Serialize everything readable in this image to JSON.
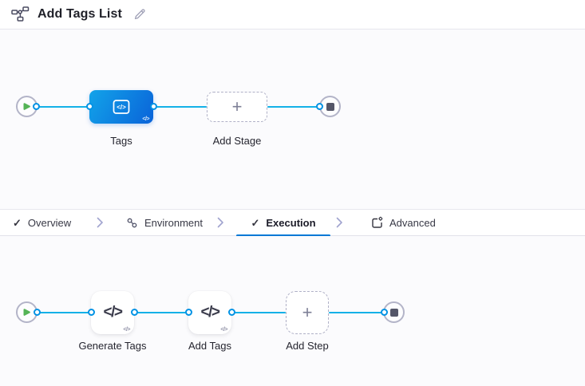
{
  "header": {
    "title": "Add Tags List"
  },
  "icons": {
    "check": "✓",
    "plus": "+",
    "code": "</>",
    "code_badge": "</>"
  },
  "colors": {
    "accent_blue": "#0278d5",
    "connector_line_blue": "#14b1e7",
    "port_blue": "#0092e4",
    "stage_gradient_start": "#12a3e9",
    "stage_gradient_end": "#0a63d9",
    "start_green": "#55b456",
    "end_slate": "#545668"
  },
  "stage_pipeline": {
    "stage_label": "Tags",
    "add_stage_label": "Add Stage"
  },
  "tabs": [
    {
      "label": "Overview",
      "active": false
    },
    {
      "label": "Environment",
      "active": false
    },
    {
      "label": "Execution",
      "active": true
    },
    {
      "label": "Advanced",
      "active": false
    }
  ],
  "execution_pipeline": {
    "steps": [
      {
        "label": "Generate Tags"
      },
      {
        "label": "Add Tags"
      }
    ],
    "add_step_label": "Add Step"
  }
}
